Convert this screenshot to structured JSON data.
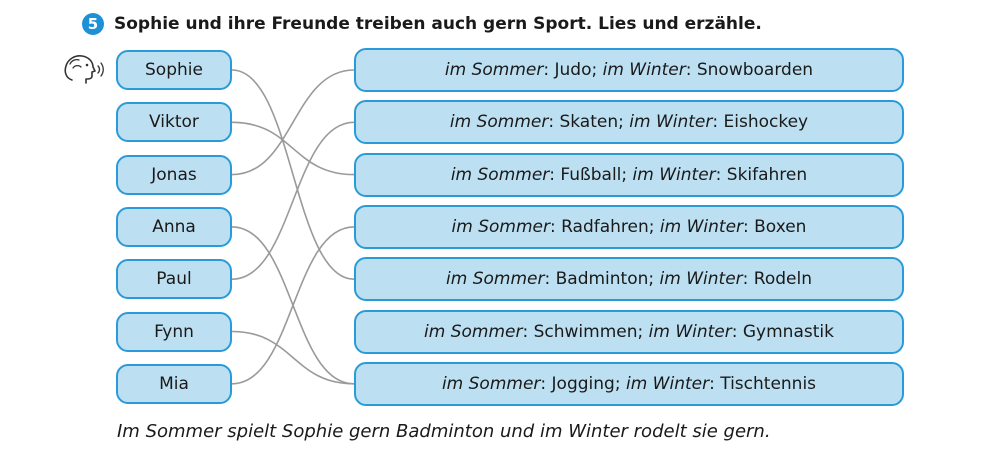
{
  "task": {
    "number": "5",
    "instruction": "Sophie und ihre Freunde treiben auch gern Sport. Lies und erzähle."
  },
  "icons": {
    "speak": "speaking-head-icon"
  },
  "colors": {
    "pill_fill": "#bcdff2",
    "pill_border": "#2a9ad8",
    "line": "#9a9a9a",
    "badge": "#1e90d6"
  },
  "names": [
    "Sophie",
    "Viktor",
    "Jonas",
    "Anna",
    "Paul",
    "Fynn",
    "Mia"
  ],
  "activities": [
    {
      "summer_label": "im Sommer",
      "summer": ": Judo; ",
      "winter_label": "im Winter",
      "winter": ": Snowboarden"
    },
    {
      "summer_label": "im Sommer",
      "summer": ": Skaten; ",
      "winter_label": "im Winter",
      "winter": ": Eishockey"
    },
    {
      "summer_label": "im Sommer",
      "summer": ": Fußball; ",
      "winter_label": "im Winter",
      "winter": ": Skifahren"
    },
    {
      "summer_label": "im Sommer",
      "summer": ": Radfahren; ",
      "winter_label": "im Winter",
      "winter": ": Boxen"
    },
    {
      "summer_label": "im Sommer",
      "summer": ": Badminton; ",
      "winter_label": "im Winter",
      "winter": ": Rodeln"
    },
    {
      "summer_label": "im Sommer",
      "summer": ": Schwimmen; ",
      "winter_label": "im Winter",
      "winter": ": Gymnastik"
    },
    {
      "summer_label": "im Sommer",
      "summer": ": Jogging; ",
      "winter_label": "im Winter",
      "winter": ": Tischtennis"
    }
  ],
  "connections": [
    {
      "from": 0,
      "to": 4
    },
    {
      "from": 1,
      "to": 2
    },
    {
      "from": 2,
      "to": 0
    },
    {
      "from": 3,
      "to": 6
    },
    {
      "from": 4,
      "to": 1
    },
    {
      "from": 5,
      "to": 6
    },
    {
      "from": 6,
      "to": 3
    }
  ],
  "example_sentence": "Im Sommer spielt Sophie gern Badminton und im Winter rodelt sie gern."
}
